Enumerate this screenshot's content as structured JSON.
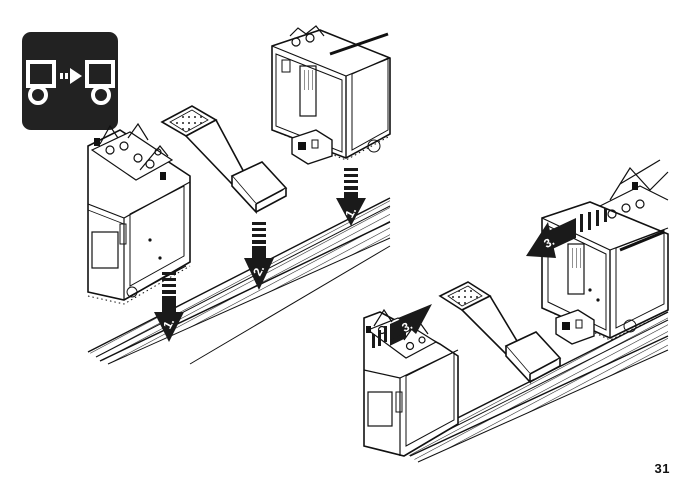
{
  "page": {
    "number": "31",
    "icon": {
      "name": "uncouple-vehicles-icon",
      "background": "#222222",
      "foreground": "#ffffff"
    },
    "step_labels": {
      "top_right_arrow": "1.",
      "top_left_arrow": "1.",
      "top_middle_arrow": "2.",
      "bottom_left_arrow": "3.",
      "bottom_right_arrow": "3."
    },
    "colors": {
      "ink": "#111111",
      "arrow": "#1a1a1a"
    }
  }
}
